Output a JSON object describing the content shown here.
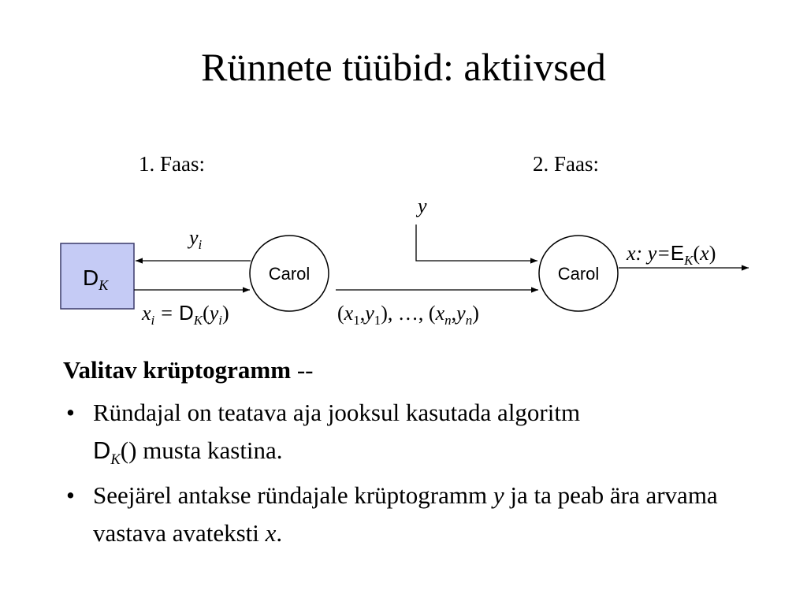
{
  "title": "Rünnete tüübid: aktiivsed",
  "phases": {
    "phase1": "1. Faas:",
    "phase2": "2. Faas:"
  },
  "diagram": {
    "oracle": {
      "main": "D",
      "subscript": "K"
    },
    "left_party": "Carol",
    "right_party": "Carol",
    "top_arrow_label": {
      "var": "y",
      "sub": "i"
    },
    "bottom_arrow_label": {
      "lhs_var": "x",
      "lhs_sub": "i",
      "eq": "=",
      "func": "D",
      "func_sub": "K",
      "open": "(",
      "arg_var": "y",
      "arg_sub": "i",
      "close": ")"
    },
    "pairs_label": {
      "open1": "(",
      "x": "x",
      "sub1": "1",
      "comma1": ",",
      "y": "y",
      "sub1b": "1",
      "close1": "), …, (",
      "sub_n": "n",
      "comma_n": ",",
      "close_n": ")"
    },
    "y_input_label": "y",
    "output_label": {
      "prefix": "x: y=",
      "func": "E",
      "func_sub": "K",
      "arg_open": "(",
      "arg": "x",
      "arg_close": ")"
    }
  },
  "content": {
    "heading": "Valitav krüptogramm",
    "heading_suffix": " --",
    "bullets": [
      {
        "part1": "Ründajal on teatava aja jooksul kasutada algoritm",
        "d": "D",
        "d_sub": "K",
        "part2": "() musta kastina."
      },
      {
        "part1": "Seejärel antakse ründajale krüptogramm ",
        "var1": "y",
        "part2": " ja ta peab ära arvama vastava avateksti ",
        "var2": "x",
        "part3": "."
      }
    ],
    "bullet_symbol": "•"
  },
  "colors": {
    "oracle_fill": "#c5cbf5",
    "oracle_stroke": "#3a3a6a",
    "line": "#000000",
    "background": "#ffffff"
  }
}
